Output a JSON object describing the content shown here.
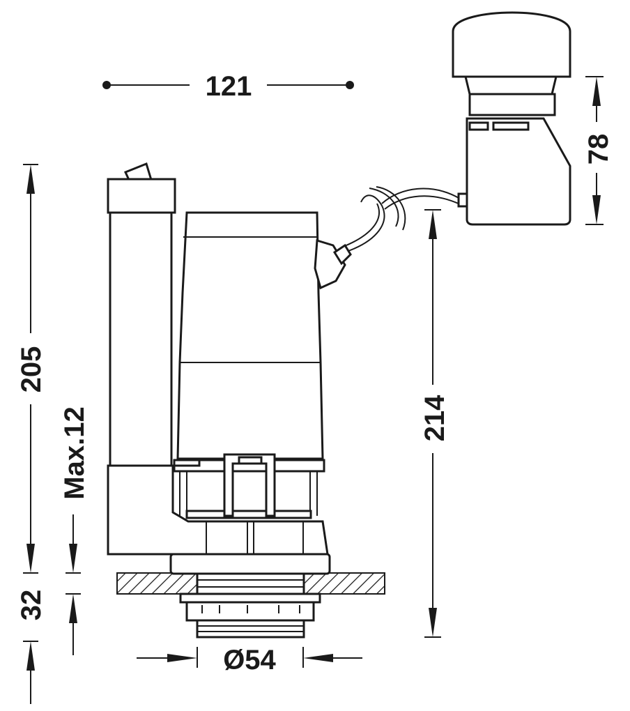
{
  "dimensions": {
    "width_top": "121",
    "height_total": "205",
    "max_thickness": "Max.12",
    "below_plate": "32",
    "outlet_height": "214",
    "button_height": "78",
    "thread_diameter": "Ø54"
  },
  "colors": {
    "line": "#1a1a1a",
    "background": "#ffffff",
    "hatch": "#1a1a1a"
  }
}
